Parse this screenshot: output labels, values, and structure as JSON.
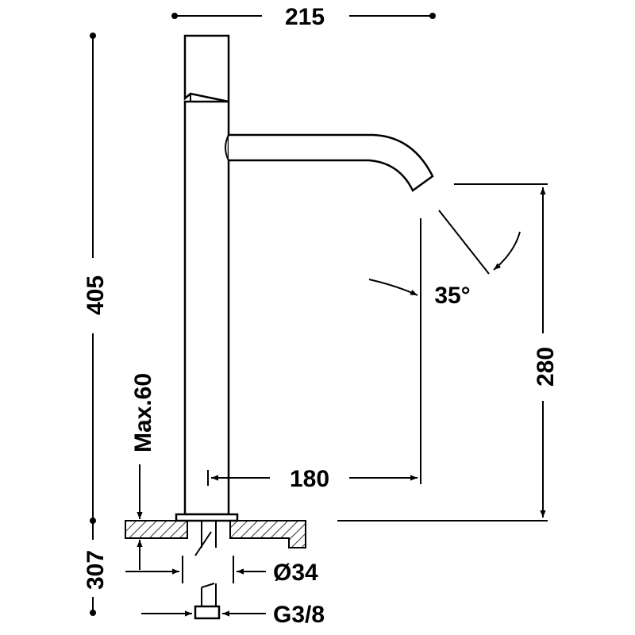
{
  "dimensions": {
    "overall_width": "215",
    "overall_height": "405",
    "spout_height": "280",
    "spout_reach": "180",
    "max_deck_thickness": "Max.60",
    "below_deck": "307",
    "hole_diameter": "Ø34",
    "connection": "G3/8",
    "spout_angle": "35°"
  },
  "colors": {
    "ink": "#000000",
    "paper": "#ffffff"
  }
}
